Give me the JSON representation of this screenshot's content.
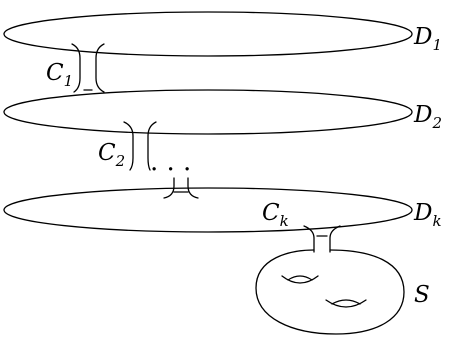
{
  "labels": {
    "D1": {
      "base": "D",
      "sub": "1"
    },
    "D2": {
      "base": "D",
      "sub": "2"
    },
    "Dk": {
      "base": "D",
      "sub": "k"
    },
    "C1": {
      "base": "C",
      "sub": "1"
    },
    "C2": {
      "base": "C",
      "sub": "2"
    },
    "Ck": {
      "base": "C",
      "sub": "k"
    },
    "S": "S",
    "ellipsis": ". . ."
  }
}
